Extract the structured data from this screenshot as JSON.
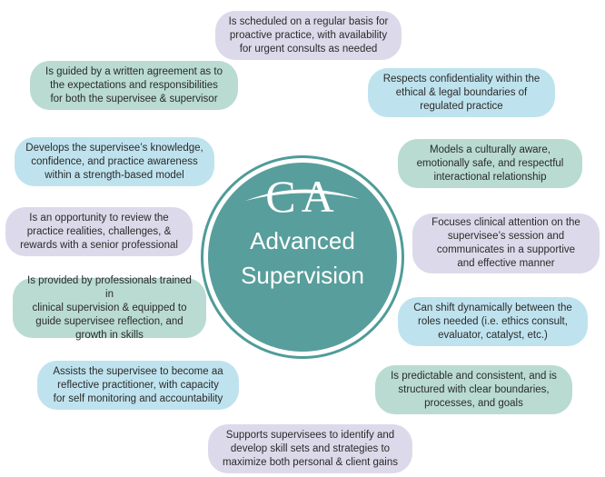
{
  "hub": {
    "logo": "CA",
    "title_line1": "Advanced",
    "title_line2": "Supervision",
    "accent_color": "#589e9c"
  },
  "statements": [
    {
      "id": "scheduled",
      "text": "Is scheduled on a regular basis for\nproactive practice, with availability\nfor urgent consults as needed",
      "color": "lavender"
    },
    {
      "id": "written-agreement",
      "text": "Is guided by a written agreement as to\nthe expectations and responsibilities\nfor both the supervisee & supervisor",
      "color": "teal"
    },
    {
      "id": "confidentiality",
      "text": "Respects confidentiality within the\nethical & legal boundaries of\nregulated practice",
      "color": "blue"
    },
    {
      "id": "develops-knowledge",
      "text": "Develops the supervisee’s knowledge,\nconfidence, and practice awareness\nwithin a strength-based model",
      "color": "blue"
    },
    {
      "id": "culturally-aware",
      "text": "Models a culturally aware,\nemotionally safe, and respectful\ninteractional relationship",
      "color": "teal"
    },
    {
      "id": "opportunity-review",
      "text": "Is an opportunity to review the\npractice realities, challenges, &\nrewards with a senior professional",
      "color": "lavender"
    },
    {
      "id": "clinical-attention",
      "text": "Focuses clinical attention on the\nsupervisee’s session and\ncommunicates in a supportive\nand effective manner",
      "color": "lavender"
    },
    {
      "id": "trained-professionals",
      "text": "Is provided by professionals trained in\nclinical supervision & equipped to\nguide supervisee reflection, and\ngrowth in skills",
      "color": "teal"
    },
    {
      "id": "shift-roles",
      "text": "Can shift dynamically between the\nroles needed (i.e. ethics consult,\nevaluator, catalyst, etc.)",
      "color": "blue"
    },
    {
      "id": "reflective-practitioner",
      "text": "Assists the supervisee to become aa\nreflective practitioner, with capacity\nfor self monitoring and accountability",
      "color": "blue"
    },
    {
      "id": "predictable",
      "text": "Is predictable and consistent, and is\nstructured with clear boundaries,\nprocesses, and goals",
      "color": "teal"
    },
    {
      "id": "skill-sets",
      "text": "Supports supervisees to identify and\ndevelop skill sets and strategies to\nmaximize both personal & client gains",
      "color": "lavender"
    }
  ]
}
